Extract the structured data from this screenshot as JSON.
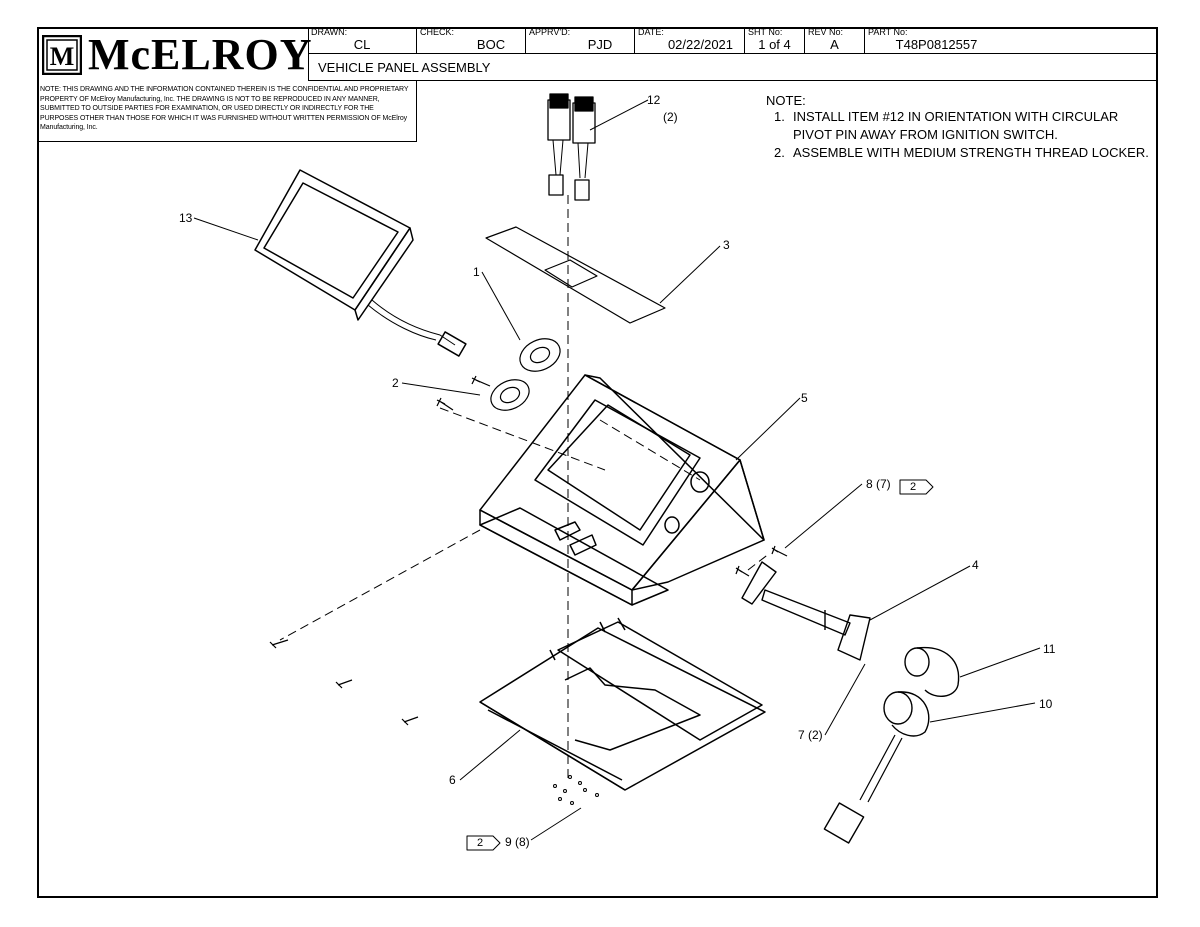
{
  "title_block": {
    "company": "McELROY",
    "logo_mark": "M",
    "drawn": {
      "caption": "DRAWN:",
      "value": "CL"
    },
    "check": {
      "caption": "CHECK:",
      "value": "BOC"
    },
    "approved": {
      "caption": "APPRV'D:",
      "value": "PJD"
    },
    "date": {
      "caption": "DATE:",
      "value": "02/22/2021"
    },
    "sheet": {
      "caption": "SHT No:",
      "value": "1 of 4"
    },
    "rev": {
      "caption": "REV No:",
      "value": "A"
    },
    "part": {
      "caption": "PART No:",
      "value": "T48P0812557"
    },
    "drawing_title": "VEHICLE PANEL ASSEMBLY"
  },
  "confidentiality_note": "NOTE: THIS DRAWING AND THE INFORMATION CONTAINED THEREIN IS THE CONFIDENTIAL AND PROPRIETARY PROPERTY OF McElroy Manufacturing, Inc. THE DRAWING IS NOT TO BE REPRODUCED IN ANY MANNER, SUBMITTED TO OUTSIDE PARTIES FOR EXAMINATION, OR USED DIRECTLY OR INDIRECTLY FOR THE PURPOSES OTHER THAN THOSE FOR WHICH IT WAS FURNISHED WITHOUT WRITTEN PERMISSION OF McElroy Manufacturing, Inc.",
  "notes": {
    "heading": "NOTE:",
    "items": [
      {
        "num": "1.",
        "line1": "INSTALL ITEM #12 IN ORIENTATION WITH CIRCULAR",
        "line2": "PIVOT PIN AWAY FROM IGNITION SWITCH."
      },
      {
        "num": "2.",
        "line1": "ASSEMBLE WITH MEDIUM STRENGTH THREAD LOCKER.",
        "line2": ""
      }
    ]
  },
  "callouts": {
    "c1": "1",
    "c2": "2",
    "c3": "3",
    "c4": "4",
    "c5": "5",
    "c6": "6",
    "c7": "7 (2)",
    "c8": "8 (7)",
    "c8_flag": "2",
    "c9": "9 (8)",
    "c9_flag": "2",
    "c10": "10",
    "c11": "11",
    "c12": "12",
    "c12_qty": "(2)",
    "c13": "13"
  },
  "colors": {
    "line": "#000000",
    "background": "#ffffff"
  }
}
